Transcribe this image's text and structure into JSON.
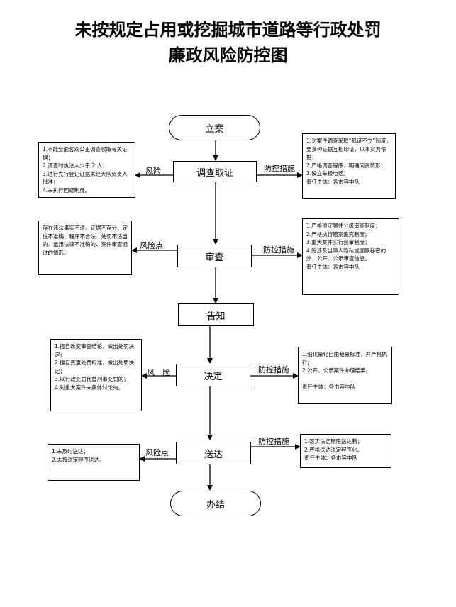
{
  "title": {
    "line1": "未按规定占用或挖掘城市道路等行政处罚",
    "line2": "廉政风险防控图"
  },
  "nodes": {
    "start": "立案",
    "investigate": "调查取证",
    "review": "审查",
    "notify": "告知",
    "decide": "决定",
    "deliver": "送达",
    "end": "办结"
  },
  "labels": {
    "risk1": "风险",
    "control1": "防控措施",
    "risk2": "风险点",
    "control2": "防控措施",
    "risk3": "风　险",
    "control3": "防控措施",
    "risk4": "风险点",
    "control4": "防控措施"
  },
  "notes": {
    "risk_investigate": "1.不能全面客观公正调查收取有关证据；\n2.调查时执法人少于 2 人；\n3.进行先行登记证据未经大队负责人批准；\n4.未执行回避制度。",
    "control_investigate": "1.对案件调查采取“孤证不立”制度，要多种证据互相印证，以事实为依据；\n2.严格调查程序，明确问责情形；\n3.设立举报电话。\n责任主体：各市容中队",
    "risk_review": "存在违法事实不清、证据不存分、定性不准确、程序不合法、处罚不适当的、运用法律不准确的、案件审查通过的情形。",
    "control_review": "1.严格遵守案件分级审查制度；\n2.严格执行错案追究制度；\n3.重大案件实行会审制度；\n4.除涉及当事人隐私或国家秘密的外，公开、公示审查信息。\n责任主体：各市容中队",
    "risk_decide": "1.擅自改变审查结论，做出处罚决定；\n2.擅自变更处罚标准，做出处罚决定；\n3.以行政处罚代替刑事处罚的；\n4.对重大案件未集体讨论的。",
    "control_decide": "1.细化量化自由裁量标准，并严格执行；\n2.公开、公示案件办理结果。\n\n责任主体：各市容中队",
    "risk_deliver": "1.未及时送达；\n2.未按法定程序送达。",
    "control_deliver": "1.落实法定期限送达制；\n2.严格送达法定程序化。\n责任主体：各市容中队"
  }
}
